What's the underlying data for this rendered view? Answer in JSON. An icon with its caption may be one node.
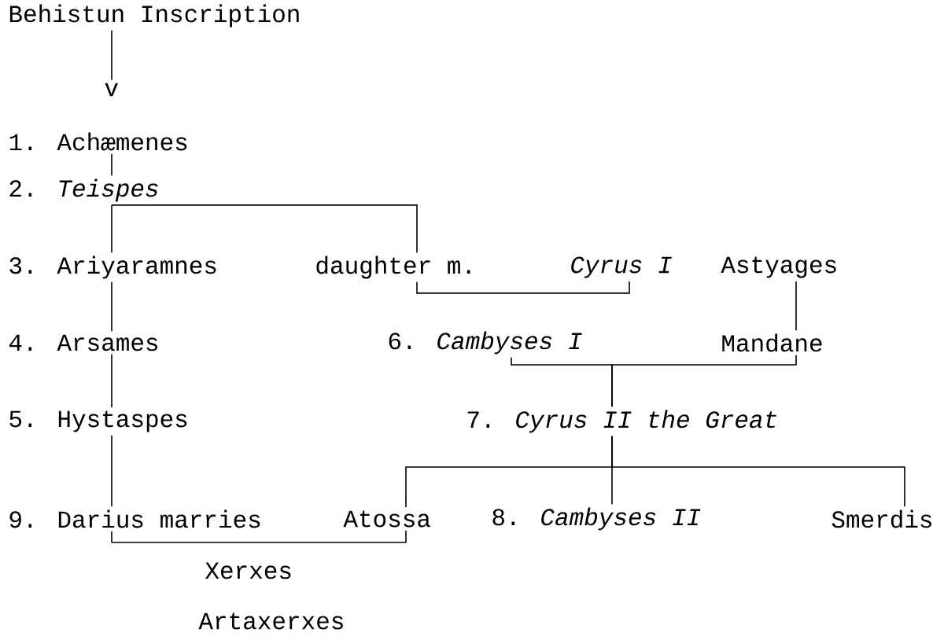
{
  "diagram": {
    "nodes": [
      {
        "text": [
          "Behistun Inscription"
        ]
      },
      {
        "text": [
          "v"
        ]
      },
      {
        "text": [
          "1. Achæmenes"
        ]
      },
      {
        "text": [
          "2. *Teispes*"
        ]
      },
      {
        "text": [
          "3. Ariyaramnes"
        ]
      },
      {
        "text": [
          "daughter m."
        ]
      },
      {
        "text": [
          "*Cyrus I*"
        ]
      },
      {
        "text": [
          "Astyages"
        ]
      },
      {
        "text": [
          "4. Arsames"
        ]
      },
      {
        "text": [
          "6. *Cambyses I*"
        ]
      },
      {
        "text": [
          "Mandane"
        ]
      },
      {
        "text": [
          "5. Hystaspes"
        ]
      },
      {
        "text": [
          "7. *Cyrus II the Great*"
        ]
      },
      {
        "text": [
          "9. Darius marries"
        ]
      },
      {
        "text": [
          "Atossa"
        ]
      },
      {
        "text": [
          "8. *Cambyses II*"
        ]
      },
      {
        "text": [
          "Smerdis"
        ]
      }
    ],
    "edges": [
      {
        "from": 0,
        "to": 1,
        "arrow": "none"
      },
      {
        "from": 2,
        "to": 3,
        "arrow": "none"
      },
      {
        "from": 3,
        "to": 4,
        "arrow": "none"
      },
      {
        "from": 3,
        "to": 5,
        "arrow": "none"
      },
      {
        "from": 5,
        "to": 6,
        "arrow": "none"
      },
      {
        "from": 4,
        "to": 8,
        "arrow": "none"
      },
      {
        "from": 8,
        "to": 11,
        "arrow": "none"
      },
      {
        "from": 7,
        "to": 10,
        "arrow": "none"
      },
      {
        "from": 9,
        "to": 12,
        "arrow": "none"
      },
      {
        "from": 10,
        "to": 12,
        "arrow": "none"
      },
      {
        "from": 12,
        "to": 14,
        "arrow": "none"
      },
      {
        "from": 12,
        "to": 15,
        "arrow": "none"
      },
      {
        "from": 12,
        "to": 16,
        "arrow": "none"
      },
      {
        "from": 11,
        "to": 13,
        "arrow": "none"
      },
      {
        "from": 13,
        "to": 14,
        "arrow": "none"
      }
    ],
    "labels": [
      "Xerxes",
      "Artaxerxes"
    ]
  }
}
